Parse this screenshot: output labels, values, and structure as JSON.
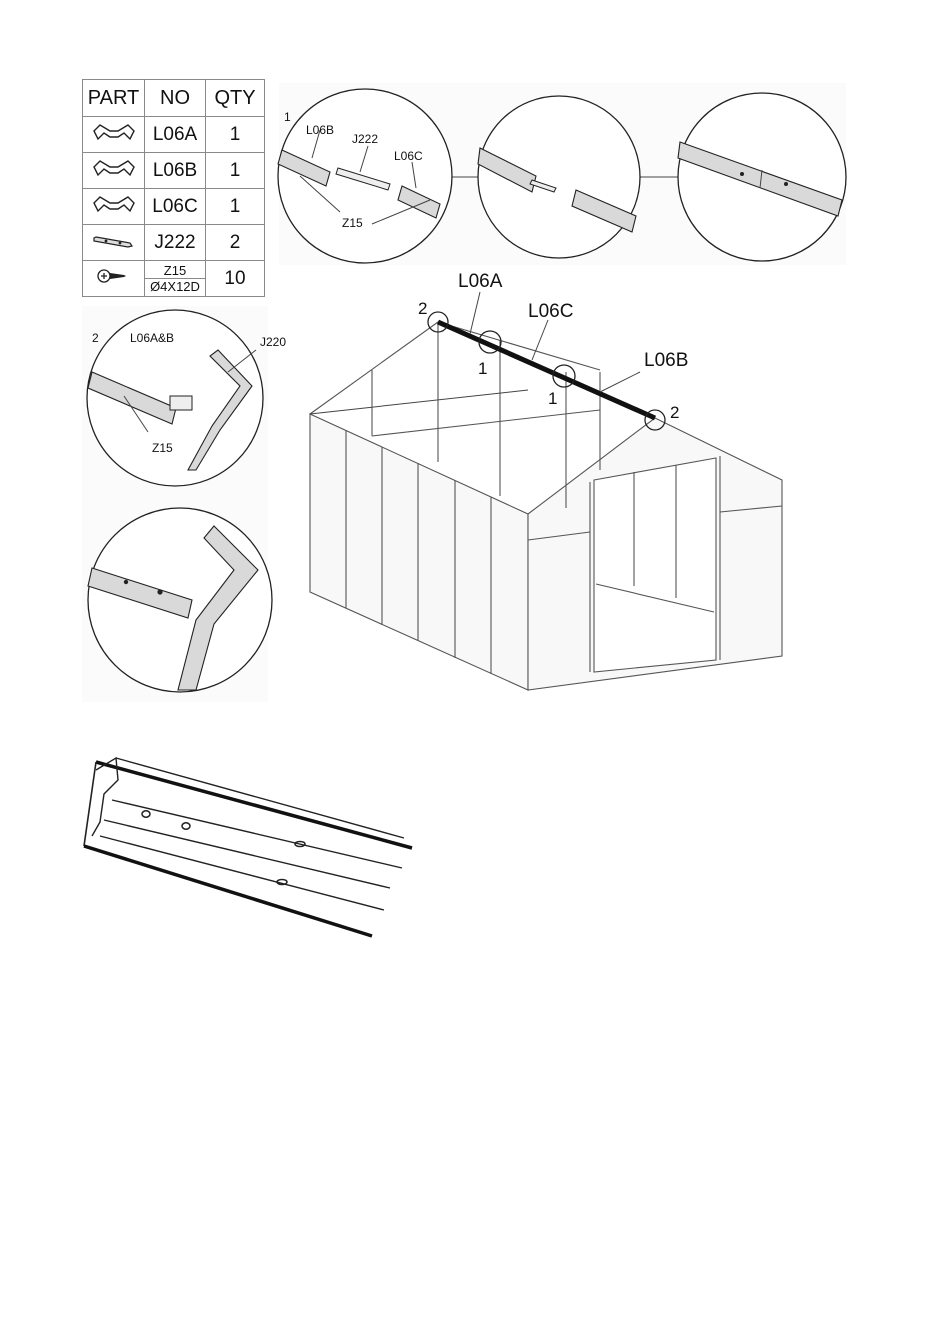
{
  "parts_table": {
    "headers": [
      "PART",
      "NO",
      "QTY"
    ],
    "rows": [
      {
        "part_icon": "ridge-connector-icon",
        "no": "L06A",
        "qty": "1"
      },
      {
        "part_icon": "ridge-connector-icon",
        "no": "L06B",
        "qty": "1"
      },
      {
        "part_icon": "ridge-connector-icon",
        "no": "L06C",
        "qty": "1"
      },
      {
        "part_icon": "joint-plate-icon",
        "no": "J222",
        "qty": "2"
      },
      {
        "part_icon": "screw-icon",
        "no": "Z15",
        "no_sub": "Ø4X12D",
        "qty": "10"
      }
    ]
  },
  "step1": {
    "number": "1",
    "label_l06b": "L06B",
    "label_j222": "J222",
    "label_l06c": "L06C",
    "label_z15": "Z15"
  },
  "step2": {
    "number": "2",
    "label_l06ab": "L06A&B",
    "label_j220": "J220",
    "label_z15": "Z15"
  },
  "greenhouse": {
    "label_l06a": "L06A",
    "label_l06c": "L06C",
    "label_l06b": "L06B",
    "marker_2_left": "2",
    "marker_1_left": "1",
    "marker_1_right": "1",
    "marker_2_right": "2"
  }
}
